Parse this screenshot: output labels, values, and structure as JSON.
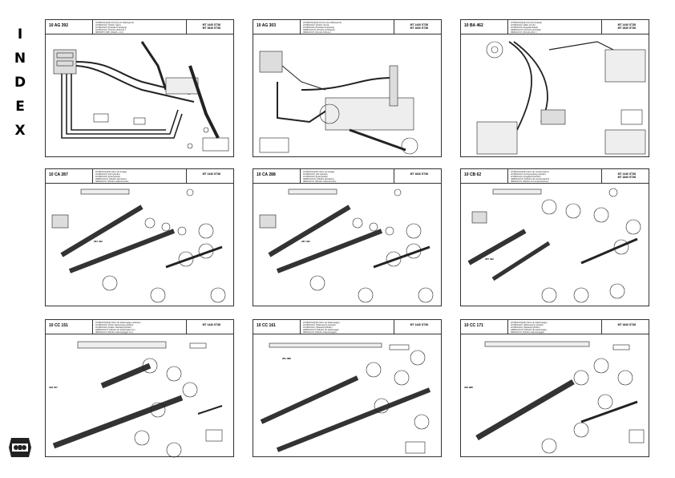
{
  "side_title": [
    "I",
    "N",
    "D",
    "E",
    "X"
  ],
  "sheets": [
    {
      "ref": "10 AG 392",
      "desc": [
        "HYDRAULIQUE (Circuit) voir débrayeurs)",
        "HYDRAULIC (Clutch valve)",
        "HYDRAULIK (Kreislauf Kupplung)",
        "HYDRAULIC (Circuito desembr.)",
        "IMPIANTO IDR. (Distrib. e cil.)"
      ],
      "codes": [
        "MT 1440 ST38",
        "MT 1840 ST38"
      ]
    },
    {
      "ref": "10 AG 303",
      "desc": [
        "HYDRAULIQUE (Circuit vers débrayeurs)",
        "HYDRAULIC (Clutch circuit)",
        "HYDRAULIK (Kreislauf Kupplung)",
        "HIDRAULICO (Circuito embrague)",
        "IDRAULICO (Circuito frizione)"
      ],
      "codes": [
        "MT 1440 ST38",
        "MT 1840 ST38"
      ]
    },
    {
      "ref": "10 BA 462",
      "desc": [
        "HYDRAULIQUE (Circuit principal)",
        "HYDRAULIC (Main circuit)",
        "HYDRAULIK (Hauptkreislauf)",
        "HIDRAULICO (Circuito principal)",
        "IDRAULICO (Circuito princ.)"
      ],
      "codes": [
        "MT 1440 ST38",
        "MT 1840 ST38"
      ]
    },
    {
      "ref": "10 CA 287",
      "desc": [
        "HYDRAULIQUE (Vérin de levage)",
        "HYDRAULIC (Lift cylinder)",
        "HYDRAULIK (Hubzylinder)",
        "HIDRAULICO (Cilindro elevación)",
        "IDRAULICO (Cilindro sollevamento)"
      ],
      "codes": [
        "MT 1440 ST38"
      ]
    },
    {
      "ref": "10 CA 288",
      "desc": [
        "HYDRAULIQUE (Vérin de levage)",
        "HYDRAULIC (Lift cylinder)",
        "HYDRAULIK (Hubzylinder)",
        "HIDRAULICO (Cilindro elevación)",
        "IDRAULICO (Cilindro sollevamento)"
      ],
      "codes": [
        "MT 1840 ST38"
      ]
    },
    {
      "ref": "10 CB 62",
      "desc": [
        "HYDRAULIQUE (Vérin de compensation)",
        "HYDRAULIC (Compensating cylinder)",
        "HYDRAULIK (Ausgleichzylinder)",
        "HIDRAULICO (Cilindro de compensación)",
        "IDRAULICO (Cilindro di compensazione)"
      ],
      "codes": [
        "MT 1440 ST38",
        "MT 1840 ST38"
      ]
    },
    {
      "ref": "10 CC 151",
      "desc": [
        "HYDRAULIQUE (Vérin de télescopage extérieur)",
        "HYDRAULIC (Outer telescoping cylinder)",
        "HYDRAULIK (Außen Teleskopzylinder)",
        "HIDRAULICO (Cilindro de telescopaje ext.)",
        "IDRAULICO (Cilindro telescopaggio est.)"
      ],
      "codes": [
        "MT 1440 ST38"
      ]
    },
    {
      "ref": "10 CC 161",
      "desc": [
        "HYDRAULIQUE (Vérin de télescopage)",
        "HYDRAULIC (Telescoping cylinder)",
        "HYDRAULIK (Teleskopzylinder)",
        "HIDRAULICO (Cilindro de telescopaje)",
        "IDRAULICO (Cilindro telescopaggio)"
      ],
      "codes": [
        "MT 1440 ST38"
      ]
    },
    {
      "ref": "10 CC 171",
      "desc": [
        "HYDRAULIQUE (Vérin de télescopage)",
        "HYDRAULIC (Telescoping cylinder)",
        "HYDRAULIK (Teleskopzylinder)",
        "HIDRAULICO (Cilindro de telescopaje)",
        "IDRAULICO (Cilindro telescopaggio)"
      ],
      "codes": [
        "MT 1840 ST38"
      ]
    }
  ],
  "callouts": {
    "cyl_287": "287 492",
    "cyl_288": "287 492",
    "cyl_62": "287 492",
    "cyl_151": "348 457",
    "cyl_161": "281 388",
    "cyl_171": "348 988"
  }
}
